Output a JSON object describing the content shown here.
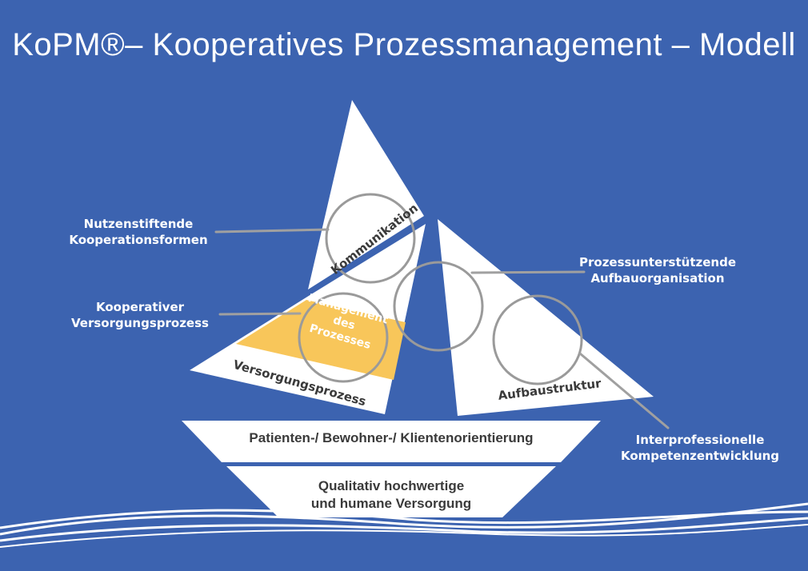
{
  "title": "KoPM®– Kooperatives Prozessmanagement – Modell",
  "sails": {
    "communication": "Kommunikation",
    "management": [
      "Management",
      "des",
      "Prozesses"
    ],
    "care_process": "Versorgungsprozess",
    "structure": "Aufbaustruktur"
  },
  "labels": {
    "nutzen": [
      "Nutzenstiftende",
      "Kooperationsformen"
    ],
    "kooperativ": [
      "Kooperativer",
      "Versorgungsprozess"
    ],
    "prozess": [
      "Prozessunterstützende",
      "Aufbauorganisation"
    ],
    "inter": [
      "Interprofessionelle",
      "Kompetenzentwicklung"
    ]
  },
  "hull": {
    "top": "Patienten-/ Bewohner-/ Klientenorientierung",
    "bottom": [
      "Qualitativ hochwertige",
      "und humane Versorgung"
    ]
  },
  "colors": {
    "background": "#3c63b0",
    "accent": "#f8c65a",
    "text": "#3a3a3a"
  }
}
